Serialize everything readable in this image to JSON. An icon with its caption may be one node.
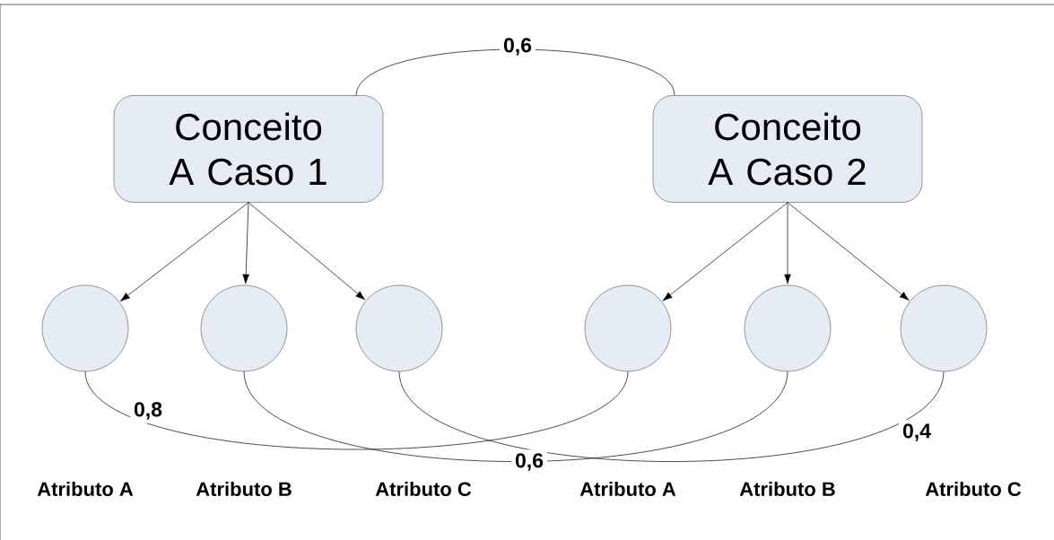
{
  "diagram": {
    "nodes": [
      {
        "text": [
          "Conceito A Caso 1"
        ]
      },
      {
        "text": [
          "Conceito A Caso 2"
        ]
      },
      {
        "text": [],
        "shape": "circle"
      },
      {
        "text": [],
        "shape": "circle"
      },
      {
        "text": [],
        "shape": "circle"
      },
      {
        "text": [],
        "shape": "circle"
      },
      {
        "text": [],
        "shape": "circle"
      },
      {
        "text": [],
        "shape": "circle"
      }
    ],
    "labels": [
      "Atributo A",
      "Atributo B",
      "Atributo C",
      "Atributo A",
      "Atributo B",
      "Atributo C"
    ],
    "edges": [
      {
        "from": 0,
        "to": 1,
        "arrow": "none",
        "label": "0,6"
      },
      {
        "from": 0,
        "to": 2,
        "arrow": "to"
      },
      {
        "from": 0,
        "to": 3,
        "arrow": "to"
      },
      {
        "from": 0,
        "to": 4,
        "arrow": "to"
      },
      {
        "from": 1,
        "to": 5,
        "arrow": "to"
      },
      {
        "from": 1,
        "to": 6,
        "arrow": "to"
      },
      {
        "from": 1,
        "to": 7,
        "arrow": "to"
      },
      {
        "from": 2,
        "to": 5,
        "arrow": "none",
        "label": "0,8"
      },
      {
        "from": 3,
        "to": 6,
        "arrow": "none",
        "label": "0,6"
      },
      {
        "from": 4,
        "to": 7,
        "arrow": "none",
        "label": "0,4"
      }
    ]
  }
}
